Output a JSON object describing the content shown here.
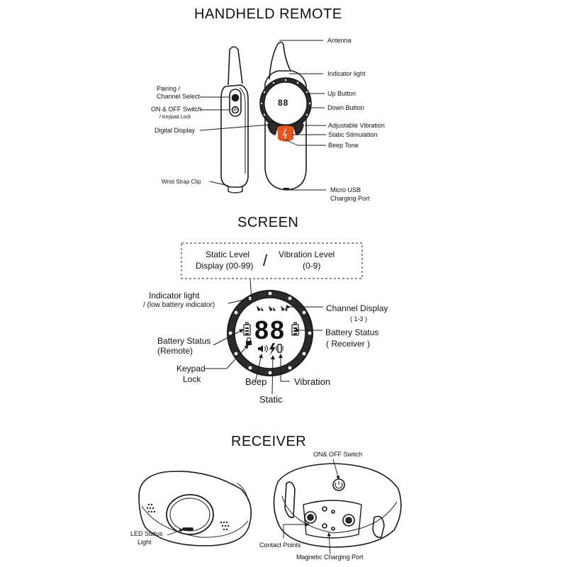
{
  "titles": {
    "remote": "HANDHELD REMOTE",
    "screen": "SCREEN",
    "receiver": "RECEIVER"
  },
  "remote": {
    "display_digits": "88",
    "labels": {
      "antenna": "Antenna",
      "indicator_light": "Indicator light",
      "up_button": "Up Button",
      "down_button": "Down Button",
      "adjustable_vibration": "Adjustable Vibration",
      "static_stimulation": "Static Stimulation",
      "beep_tone": "Beep Tone",
      "micro_usb_1": "Micro USB",
      "micro_usb_2": "Charging Port",
      "pairing_1": "Pairing /",
      "pairing_2": "Channel Select",
      "onoff_1": "ON & OFF Switch",
      "onoff_2": "/ Keypad Lock",
      "digital_display": "Digital Display",
      "wrist_strap": "Wrist Strap Clip"
    }
  },
  "screen": {
    "display_digits": "88",
    "level_box": {
      "static_1": "Static Level",
      "static_2": "Display (00-99)",
      "slash": "/",
      "vibration_1": "Vibration Level",
      "vibration_2": "(0-9)"
    },
    "labels": {
      "indicator_1": "Indicator light",
      "indicator_2": "/ (low battery indicator)",
      "channel_display": "Channel Display",
      "channel_range": "( 1-3 )",
      "battery_receiver_1": "Battery Status",
      "battery_receiver_2": "( Receiver )",
      "battery_remote_1": "Battery Status",
      "battery_remote_2": "(Remote)",
      "keypad_1": "Keypad",
      "keypad_2": "Lock",
      "beep": "Beep",
      "static": "Static",
      "vibration": "Vibration"
    }
  },
  "receiver": {
    "labels": {
      "onoff": "ON& OFF Switch",
      "led_1": "LED Status",
      "led_2": "Light",
      "contact_points": "Contact Points",
      "magnetic_port": "Magnetic Charging Port"
    }
  },
  "colors": {
    "accent_orange": "#e8551c",
    "line": "#1a1a1a",
    "screen_fill": "#ffffff",
    "ring_fill": "#2b2b2b"
  }
}
